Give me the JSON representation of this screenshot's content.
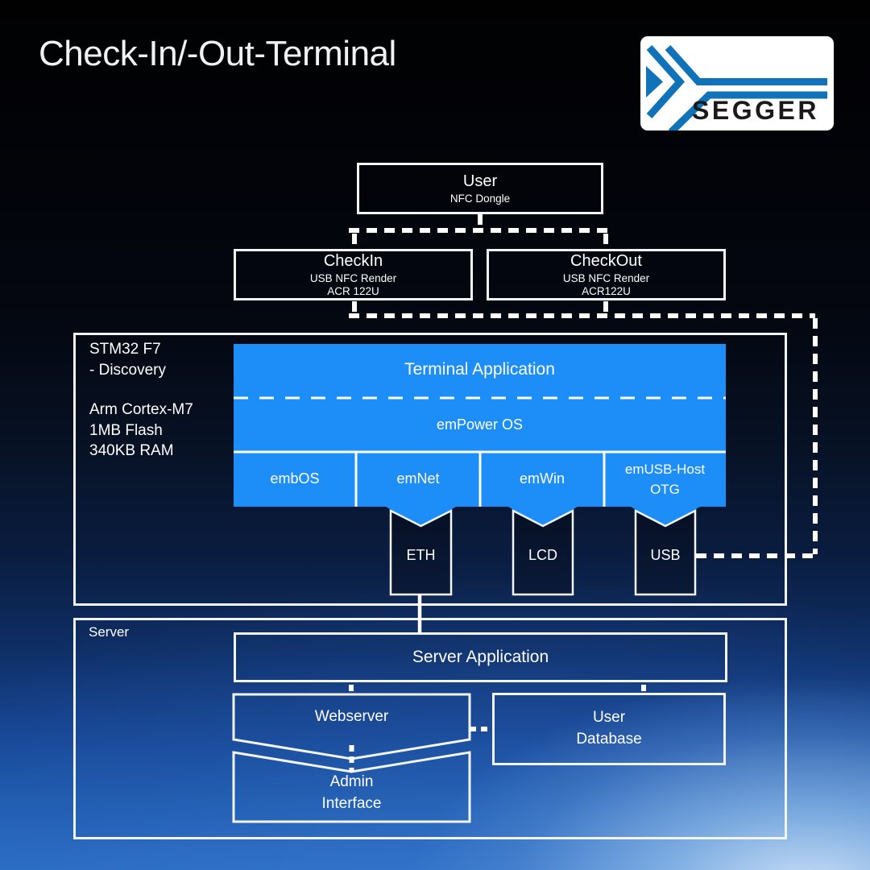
{
  "title": "Check-In/-Out-Terminal",
  "logo": {
    "brand": "SEGGER"
  },
  "colors": {
    "accent_blue": "#1d8ef7",
    "logo_blue": "#1073b9",
    "line_white": "#ffffff"
  },
  "nodes": {
    "user": {
      "title": "User",
      "subtitle": "NFC Dongle"
    },
    "checkin": {
      "title": "CheckIn",
      "line1": "USB NFC Render",
      "line2": "ACR 122U"
    },
    "checkout": {
      "title": "CheckOut",
      "line1": "USB NFC Render",
      "line2": "ACR122U"
    },
    "stm32": {
      "name": "STM32 F7",
      "variant": "- Discovery",
      "cpu": "Arm Cortex-M7",
      "flash": "1MB Flash",
      "ram": "340KB RAM"
    },
    "terminal_app": "Terminal Application",
    "empower_os": "emPower OS",
    "modules": [
      "embOS",
      "emNet",
      "emWin"
    ],
    "module_usb": {
      "line1": "emUSB-Host",
      "line2": "OTG"
    },
    "ports": {
      "eth": "ETH",
      "lcd": "LCD",
      "usb": "USB"
    },
    "server": {
      "label": "Server",
      "app": "Server Application",
      "webserver": "Webserver",
      "admin": {
        "line1": "Admin",
        "line2": "Interface"
      },
      "database": {
        "line1": "User",
        "line2": "Database"
      }
    }
  }
}
